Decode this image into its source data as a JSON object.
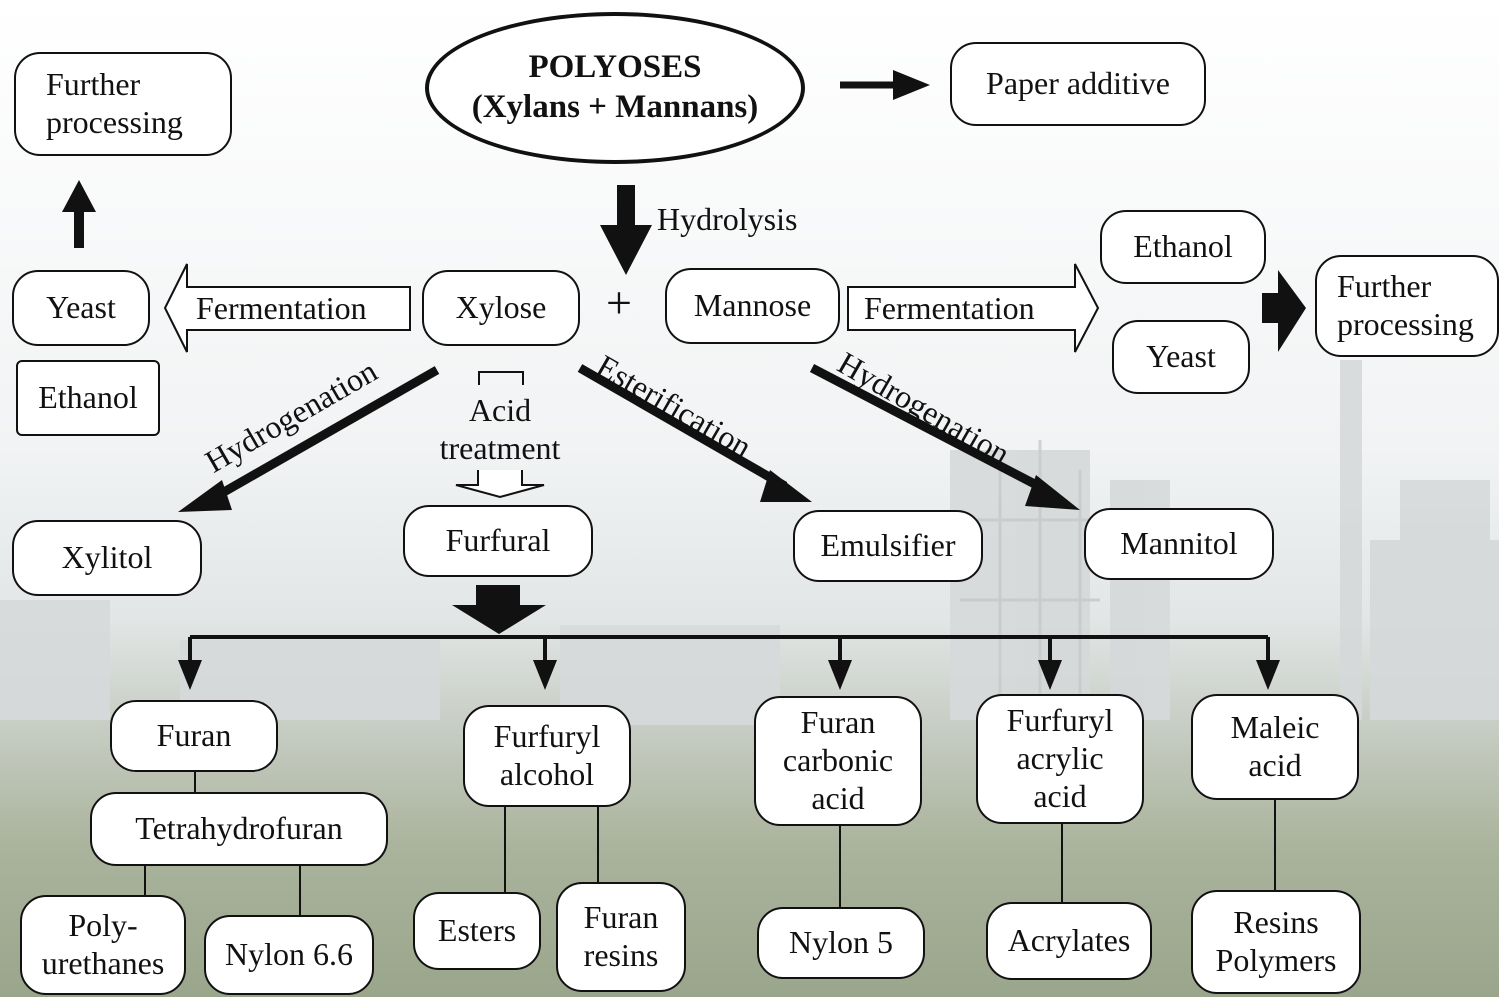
{
  "main_product": {
    "title": "POLYOSES",
    "subtitle": "(Xylans + Mannans)"
  },
  "paper_additive": "Paper additive",
  "hydrolysis": "Hydrolysis",
  "plus": "+",
  "xylose": "Xylose",
  "mannose": "Mannose",
  "fermentation_left": "Fermentation",
  "fermentation_right": "Fermentation",
  "yeast_left": "Yeast",
  "ethanol_left": "Ethanol",
  "further_processing_left": "Further\nprocessing",
  "ethanol_right": "Ethanol",
  "yeast_right": "Yeast",
  "further_processing_right": "Further\nprocessing",
  "hydrogenation_left": "Hydrogenation",
  "acid_treatment": "Acid\ntreatment",
  "esterification": "Esterification",
  "hydrogenation_right": "Hydrogenation",
  "xylitol": "Xylitol",
  "furfural": "Furfural",
  "emulsifier": "Emulsifier",
  "mannitol": "Mannitol",
  "derivatives": {
    "furan": "Furan",
    "tetrahydrofuran": "Tetrahydrofuran",
    "polyurethanes": "Poly-\nurethanes",
    "nylon66": "Nylon 6.6",
    "furfuryl_alcohol": "Furfuryl\nalcohol",
    "esters": "Esters",
    "furan_resins": "Furan\nresins",
    "furan_carbonic_acid": "Furan\ncarbonic\nacid",
    "nylon5": "Nylon 5",
    "furfuryl_acrylic_acid": "Furfuryl\nacrylic\nacid",
    "acrylates": "Acrylates",
    "maleic_acid": "Maleic\nacid",
    "resins_polymers": "Resins\nPolymers"
  },
  "colors": {
    "line": "#111111",
    "sky": "#dfe5e6",
    "field": "#8e9b7e"
  }
}
